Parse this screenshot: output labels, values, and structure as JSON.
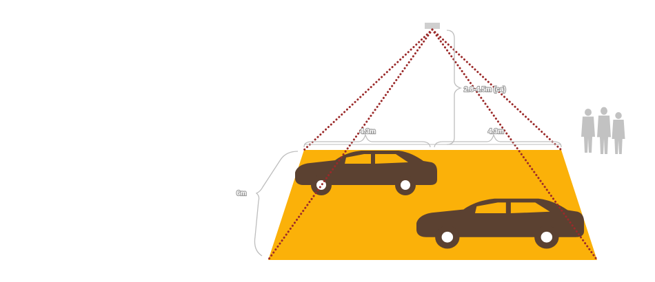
{
  "labels": {
    "mount_height": "2.8-4.5m (ca)",
    "left_width": "4.3m",
    "right_width": "4.3m",
    "depth": "6m"
  },
  "colors": {
    "floor": "#fbb109",
    "car": "#5b4131",
    "beam": "#9b2a2a",
    "camera": "#cfcfcf",
    "person": "#c2c2c2",
    "brace": "#bdbdbd"
  },
  "icons": [
    "camera-icon",
    "car-icon",
    "person-icon"
  ]
}
